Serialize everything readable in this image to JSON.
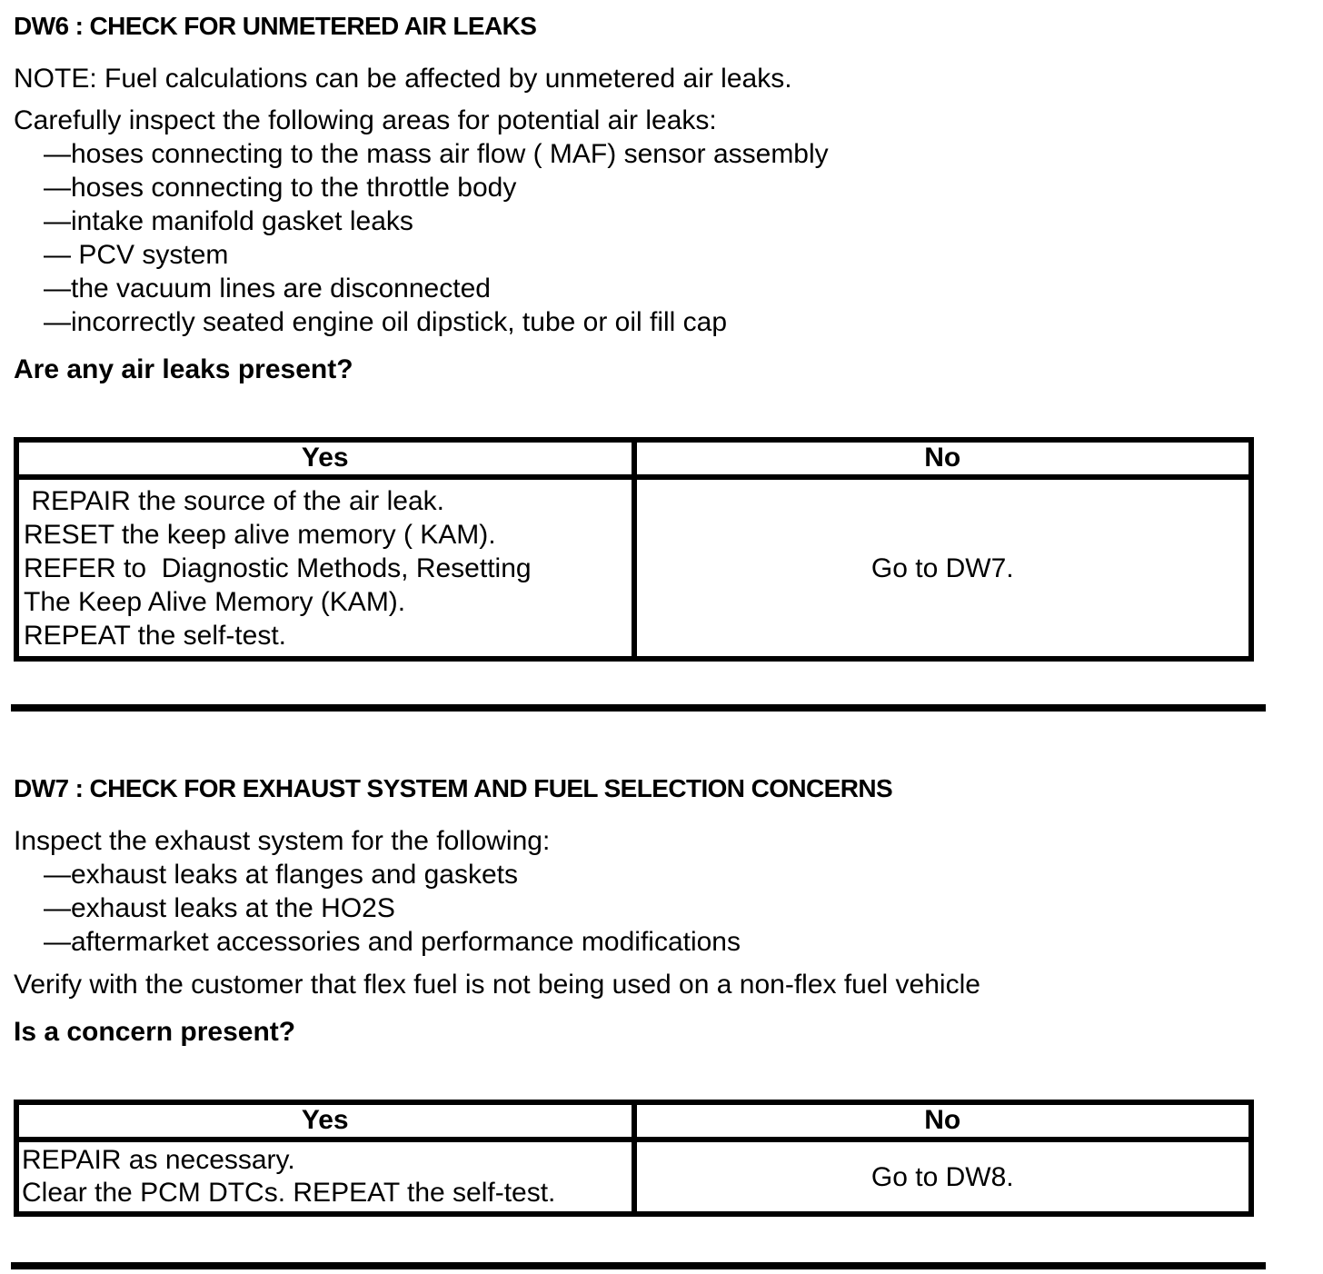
{
  "page": {
    "background": "#ffffff",
    "text_color": "#000000",
    "border_color": "#000000"
  },
  "dw6": {
    "heading": "DW6 : CHECK FOR UNMETERED AIR LEAKS",
    "note": "NOTE: Fuel calculations can be affected by unmetered air leaks.",
    "intro": "Carefully inspect the following areas for potential air leaks:",
    "bullets": [
      "—hoses connecting to the mass air flow ( MAF) sensor assembly",
      "—hoses connecting to the throttle body",
      "—intake manifold gasket leaks",
      "— PCV system",
      "—the vacuum lines are disconnected",
      "—incorrectly seated engine oil dipstick, tube or oil fill cap"
    ],
    "question": "Are any air leaks present?",
    "table": {
      "yes_header": "Yes",
      "no_header": "No",
      "yes_lines": [
        " REPAIR the source of the air leak.",
        "RESET the keep alive memory ( KAM).",
        "REFER to  Diagnostic Methods, Resetting",
        "The Keep Alive Memory (KAM).",
        "REPEAT the self-test."
      ],
      "no_action": "Go to DW7."
    }
  },
  "dw7": {
    "heading": "DW7 : CHECK FOR EXHAUST SYSTEM AND FUEL SELECTION CONCERNS",
    "intro": "Inspect the exhaust system for the following:",
    "bullets": [
      "—exhaust leaks at flanges and gaskets",
      "—exhaust leaks at the HO2S",
      "—aftermarket accessories and performance modifications"
    ],
    "verify": "Verify with the customer that flex fuel is not being used on a non-flex fuel vehicle",
    "question": "Is a concern present?",
    "table": {
      "yes_header": "Yes",
      "no_header": "No",
      "yes_lines": [
        "REPAIR as necessary.",
        "Clear the PCM DTCs. REPEAT the self-test."
      ],
      "no_action": "Go to DW8."
    }
  }
}
